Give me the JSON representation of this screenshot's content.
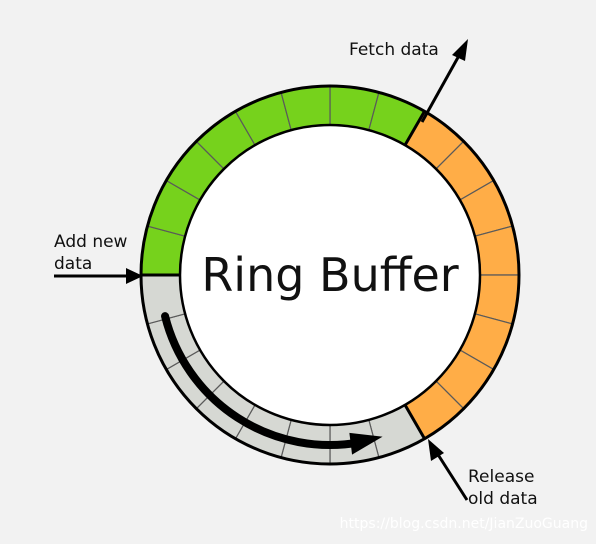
{
  "diagram": {
    "title": "Ring Buffer",
    "labels": {
      "fetch": "Fetch data",
      "add_line1": "Add new",
      "add_line2": "data",
      "release_line1": "Release",
      "release_line2": "old data"
    },
    "watermark": "https://blog.csdn.net/JianZuoGuang",
    "colors": {
      "filled_new": "#76d21c",
      "filled_pending": "#ffad47",
      "empty": "#d6d8d3",
      "segment_line": "#5a5a5a",
      "center": "#ffffff",
      "stroke": "#000000"
    }
  }
}
